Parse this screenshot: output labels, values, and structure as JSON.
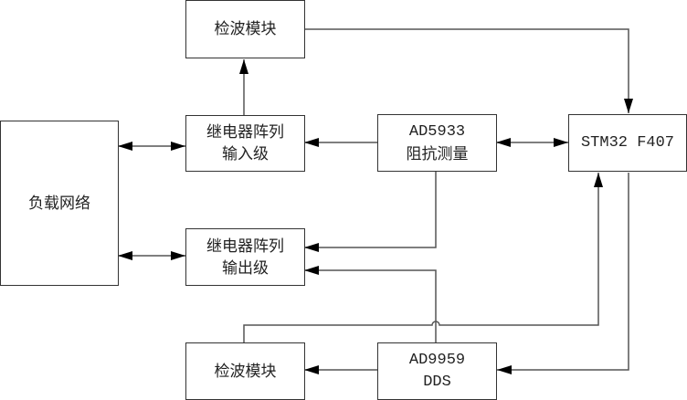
{
  "diagram": {
    "title": "",
    "nodes": {
      "detector_top": {
        "lines": [
          "检波模块"
        ]
      },
      "load_network": {
        "lines": [
          "负载网络"
        ]
      },
      "relay_input": {
        "lines": [
          "继电器阵列",
          "输入级"
        ]
      },
      "relay_output": {
        "lines": [
          "继电器阵列",
          "输出级"
        ]
      },
      "ad5933": {
        "lines": [
          "AD5933",
          "阻抗测量"
        ]
      },
      "stm32": {
        "lines": [
          "STM32 F407"
        ]
      },
      "detector_bottom": {
        "lines": [
          "检波模块"
        ]
      },
      "ad9959": {
        "lines": [
          "AD9959",
          "DDS"
        ]
      }
    },
    "edges": [
      {
        "from": "relay_input",
        "to": "detector_top",
        "type": "arrow"
      },
      {
        "from": "detector_top",
        "to": "stm32",
        "type": "arrow"
      },
      {
        "from": "load_network",
        "to": "relay_input",
        "type": "bidirectional"
      },
      {
        "from": "load_network",
        "to": "relay_output",
        "type": "bidirectional"
      },
      {
        "from": "ad5933",
        "to": "relay_input",
        "type": "arrow"
      },
      {
        "from": "ad5933",
        "to": "stm32",
        "type": "bidirectional"
      },
      {
        "from": "ad5933",
        "to": "relay_output",
        "type": "arrow"
      },
      {
        "from": "ad9959",
        "to": "relay_output",
        "type": "arrow"
      },
      {
        "from": "detector_bottom",
        "to": "stm32",
        "type": "arrow"
      },
      {
        "from": "stm32",
        "to": "ad9959",
        "type": "arrow"
      },
      {
        "from": "ad9959",
        "to": "detector_bottom",
        "type": "arrow"
      }
    ]
  }
}
